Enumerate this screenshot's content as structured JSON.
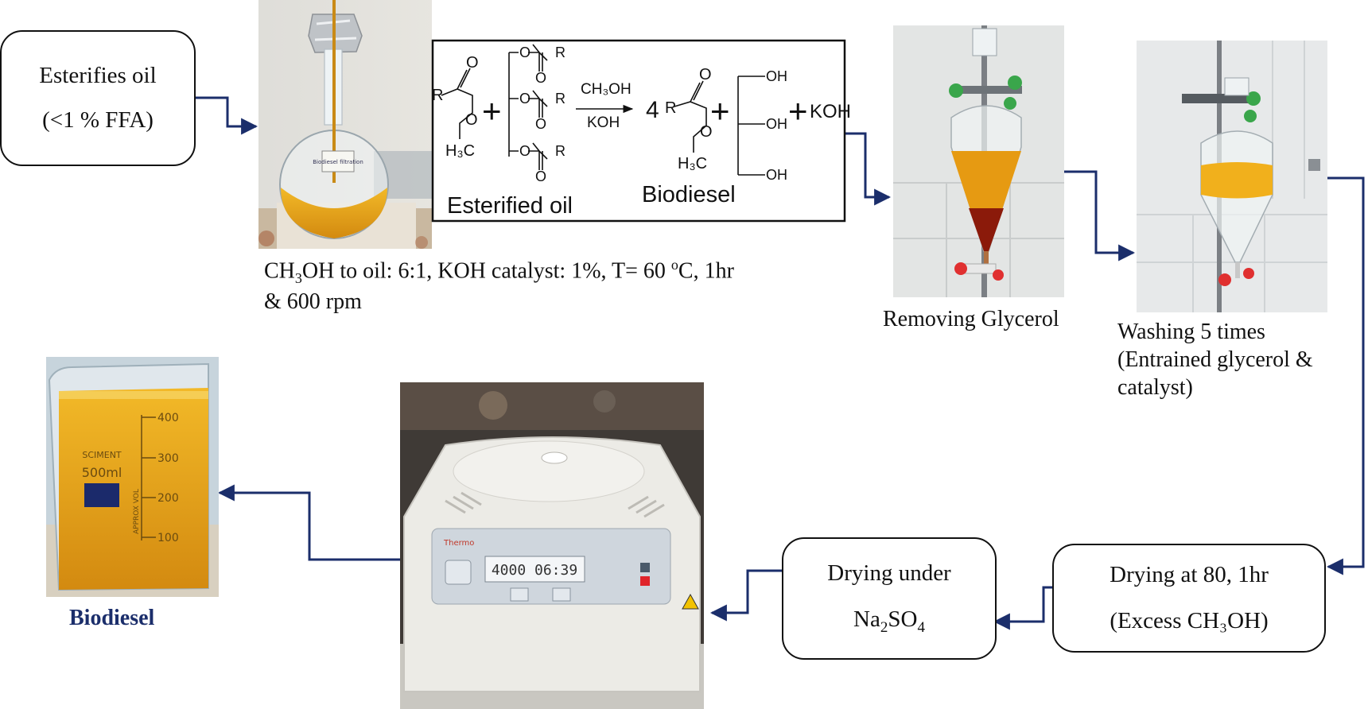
{
  "colors": {
    "arrow": "#1b2e6b",
    "box_border": "#111111",
    "biodiesel_label": "#1b2e6b",
    "oil": "#d9a020",
    "glycerol": "#8b1a0a"
  },
  "steps": {
    "esterified": {
      "line1": "Esterifies oil",
      "line2": "(<1 % FFA)"
    },
    "drying80": {
      "line1": "Drying at 80, 1hr",
      "line2": "(Excess CH₃OH)"
    },
    "drying_na": {
      "line1": "Drying under",
      "line2_pre": "Na",
      "line2_sub1": "2",
      "line2_mid": "SO",
      "line2_sub2": "4"
    }
  },
  "captions": {
    "conditions_a": "CH",
    "conditions_sub": "3",
    "conditions_b": "OH to oil: 6:1, KOH catalyst: 1%, T= 60 ",
    "conditions_deg": "o",
    "conditions_c": "C, 1hr",
    "conditions_d": "& 600 rpm",
    "removing_glycerol": "Removing Glycerol",
    "washing_line1": "Washing 5 times",
    "washing_line2": "(Entrained glycerol &",
    "washing_line3": "catalyst)",
    "biodiesel": "Biodiesel"
  },
  "reaction": {
    "plus": "+",
    "reagent_top": "CH₃OH",
    "reagent_bottom": "KOH",
    "coefficient": "4",
    "koh_product": "KOH",
    "r_group": "R",
    "o_atom": "O",
    "oh_group": "OH",
    "h3c": "H₃C",
    "label_reactant": "Esterified oil",
    "label_product": "Biodiesel"
  },
  "photos": {
    "beaker": {
      "brand": "SCIMENT",
      "volume": "500ml",
      "scale": [
        "400",
        "300",
        "200",
        "100"
      ],
      "side_text": "APPROX VOL"
    },
    "centrifuge": {
      "display": "4000 06:39",
      "brand": "Thermo"
    },
    "flask": {
      "tag": "Biodiesel filtration"
    }
  }
}
